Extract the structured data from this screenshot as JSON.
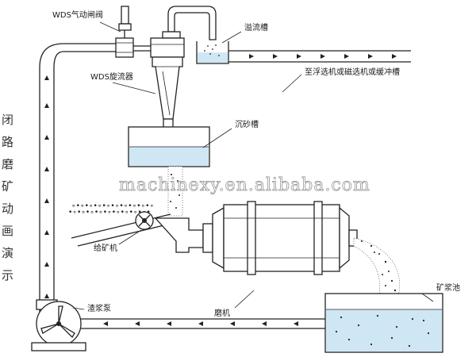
{
  "labels": {
    "valve": "WDS气动闸阀",
    "cyclone": "WDS旋流器",
    "overflow_tank": "溢流槽",
    "destination": "至浮选机或磁选机或缓冲槽",
    "sand_tank": "沉砂槽",
    "feeder": "给矿机",
    "mill": "磨机",
    "slurry_pump": "渣浆泵",
    "slurry_pool": "矿浆池"
  },
  "vertical_title": [
    "闭",
    "路",
    "磨",
    "矿",
    "动",
    "画",
    "演",
    "示"
  ],
  "watermark": "machinexy.en.alibaba.com",
  "colors": {
    "water": "#cfe6f5",
    "line": "#222222",
    "watermark_outline": "#8a8a8a"
  }
}
